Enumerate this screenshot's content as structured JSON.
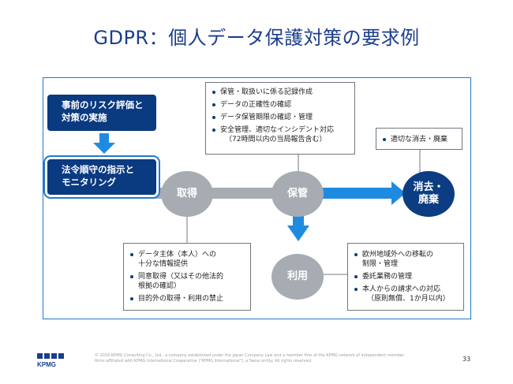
{
  "slide": {
    "title": "GDPR：個人データ保護対策の要求例",
    "page_number": "33",
    "footer": "© 2016 KPMG Consulting Co., Ltd., a company established under the Japan Company Law and a member firm of the KPMG network of independent member firms affiliated with KPMG International Cooperative (\"KPMG International\"), a Swiss entity. All rights reserved.",
    "logo_text": "KPMG"
  },
  "left_boxes": {
    "box1_line1": "事前のリスク評価と",
    "box1_line2": "対策の実施",
    "box2_line1": "法令順守の指示と",
    "box2_line2": "モニタリング"
  },
  "nodes": {
    "acquire": "取得",
    "store": "保管",
    "use": "利用",
    "erase_line1": "消去・",
    "erase_line2": "廃棄"
  },
  "callouts": {
    "store_items": [
      "保管・取扱いに係る記録作成",
      "データの正確性の確認",
      "データ保管期限の確認・管理",
      "安全管理、適切なインシデント対応",
      "（72時間以内の当局報告含む）"
    ],
    "erase_items": [
      "適切な消去・廃棄"
    ],
    "acquire_items": [
      "データ主体（本人）への",
      "十分な情報提供",
      "同意取得（又はその他法的",
      "根拠の確認）",
      "目的外の取得・利用の禁止"
    ],
    "use_items": [
      "欧州地域外への移転の",
      "制限・管理",
      "委託業務の管理",
      "本人からの請求への対応",
      "（原則無償、1か月以内）"
    ]
  },
  "colors": {
    "navy": "#0c3d82",
    "blue": "#1f8be0",
    "gray": "#a6acb2",
    "title": "#1b3e8c"
  }
}
